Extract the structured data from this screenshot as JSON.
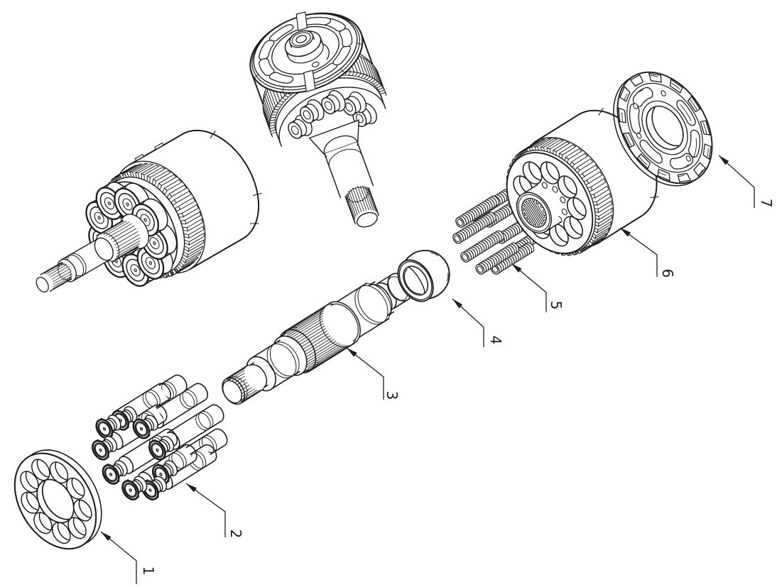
{
  "figure": {
    "background": "#ffffff",
    "line_color": "#1d1d1d",
    "callouts": [
      {
        "label": "1"
      },
      {
        "label": "2"
      },
      {
        "label": "3"
      },
      {
        "label": "4"
      },
      {
        "label": "5"
      },
      {
        "label": "6"
      },
      {
        "label": "7"
      }
    ]
  }
}
